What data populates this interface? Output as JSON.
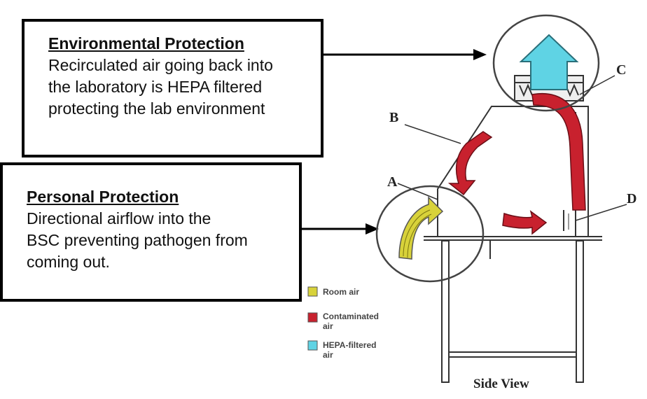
{
  "environmental": {
    "heading": "Environmental Protection",
    "lines": [
      "Recirculated air going back into",
      "the laboratory is HEPA filtered",
      "protecting the lab environment"
    ]
  },
  "personal": {
    "heading": "Personal Protection",
    "lines": [
      "Directional airflow into the",
      "BSC preventing pathogen from",
      "coming out."
    ]
  },
  "labels": {
    "a": "A",
    "b": "B",
    "c": "C",
    "d": "D"
  },
  "legend": {
    "room_air": "Room air",
    "contaminated": [
      "Contaminated",
      "air"
    ],
    "hepa": [
      "HEPA-filtered",
      "air"
    ]
  },
  "caption": "Side View",
  "colors": {
    "room_air": "#d8d23a",
    "contaminated": "#c8212e",
    "hepa": "#5fd3e4"
  }
}
